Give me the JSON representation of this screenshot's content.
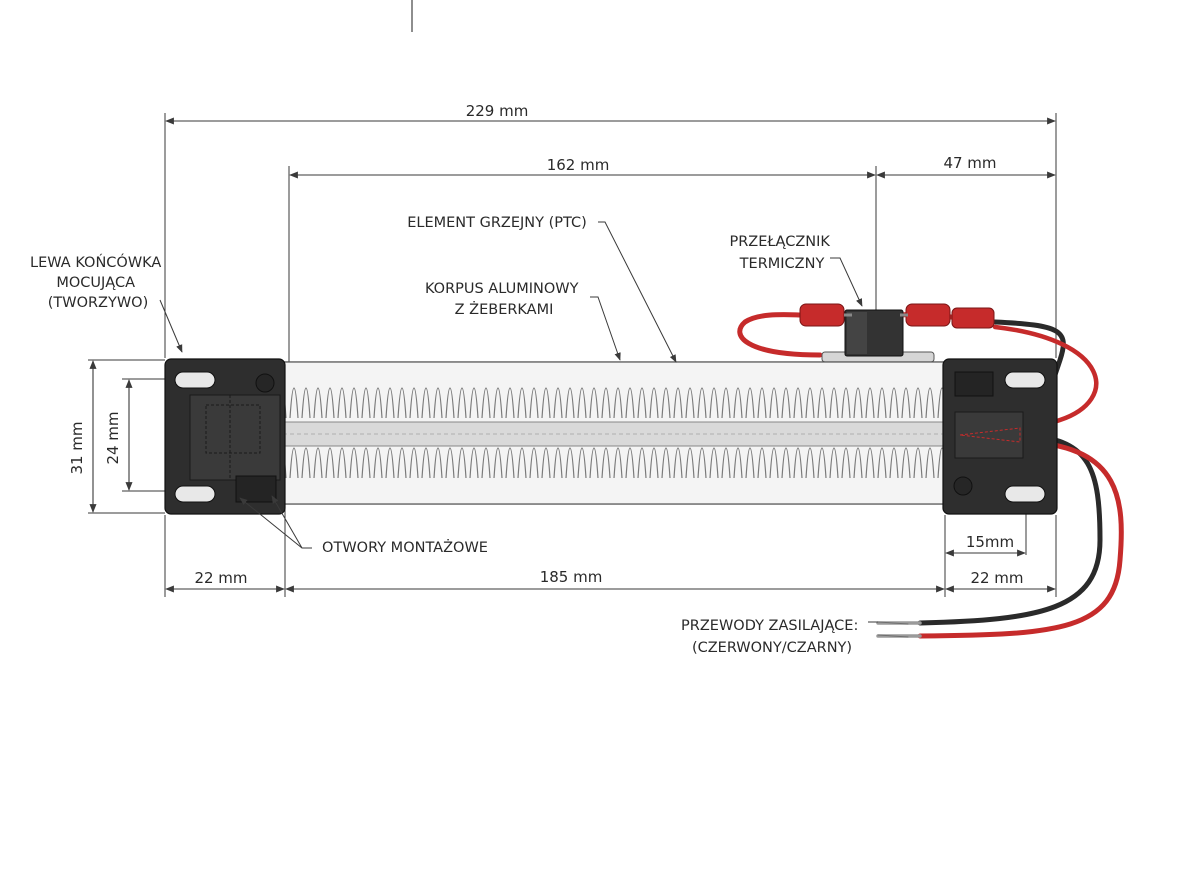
{
  "dimensions": {
    "total_length": "229 mm",
    "body_length": "162 mm",
    "switch_offset": "47 mm",
    "total_height": "31 mm",
    "mount_height": "24 mm",
    "left_end": "22 mm",
    "core_length": "185 mm",
    "right_end": "22 mm",
    "hole_offset": "15mm"
  },
  "labels": {
    "left_end_cap": [
      "LEWA KOŃCÓWKA",
      "MOCUJĄCA",
      "(TWORZYWO)"
    ],
    "heating_element": "ELEMENT GRZEJNY (PTC)",
    "thermal_switch": [
      "PRZEŁĄCZNIK",
      "TERMICZNY"
    ],
    "aluminum_body": [
      "KORPUS ALUMINOWY",
      "Z ŻEBERKAMI"
    ],
    "mounting_holes": "OTWORY MONTAŻOWE",
    "power_wires": [
      "PRZEWODY ZASILAJĄCE:",
      "(CZERWONY/CZARNY)"
    ]
  },
  "colors": {
    "end_cap": "#2e2e2e",
    "fins": "#e6e6e6",
    "wire_red": "#c62b2b",
    "wire_black": "#2a2a2a",
    "dimension_line": "#3a3a3a"
  }
}
